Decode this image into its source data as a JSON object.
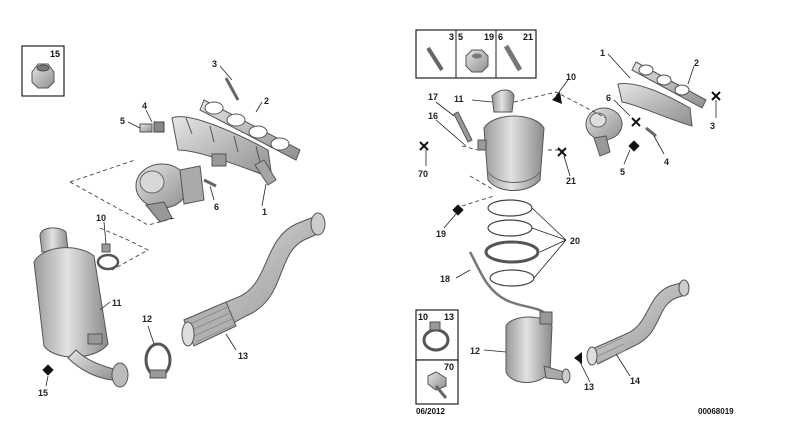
{
  "left_view": {
    "inset_box_label": "15",
    "callouts": {
      "c1": "1",
      "c2": "2",
      "c3": "3",
      "c4": "4",
      "c5": "5",
      "c6": "6",
      "c10": "10",
      "c11": "11",
      "c12": "12",
      "c13": "13",
      "c15": "15"
    }
  },
  "right_view": {
    "top_inset_labels": [
      "3",
      "5",
      "19",
      "6",
      "21"
    ],
    "callouts": {
      "c1": "1",
      "c2": "2",
      "c3": "3",
      "c4": "4",
      "c5": "5",
      "c6": "6",
      "c10": "10",
      "c11": "11",
      "c12": "12",
      "c13": "13",
      "c14": "14",
      "c16": "16",
      "c17": "17",
      "c18": "18",
      "c19": "19",
      "c20": "20",
      "c21": "21",
      "c70": "70"
    },
    "side_inset_labels": [
      "10",
      "13",
      "70"
    ]
  },
  "footer": {
    "date": "06/2012",
    "reference": "00068019"
  },
  "colors": {
    "part_fill": "#c8c8c8",
    "part_stroke": "#555555",
    "line": "#222222"
  }
}
